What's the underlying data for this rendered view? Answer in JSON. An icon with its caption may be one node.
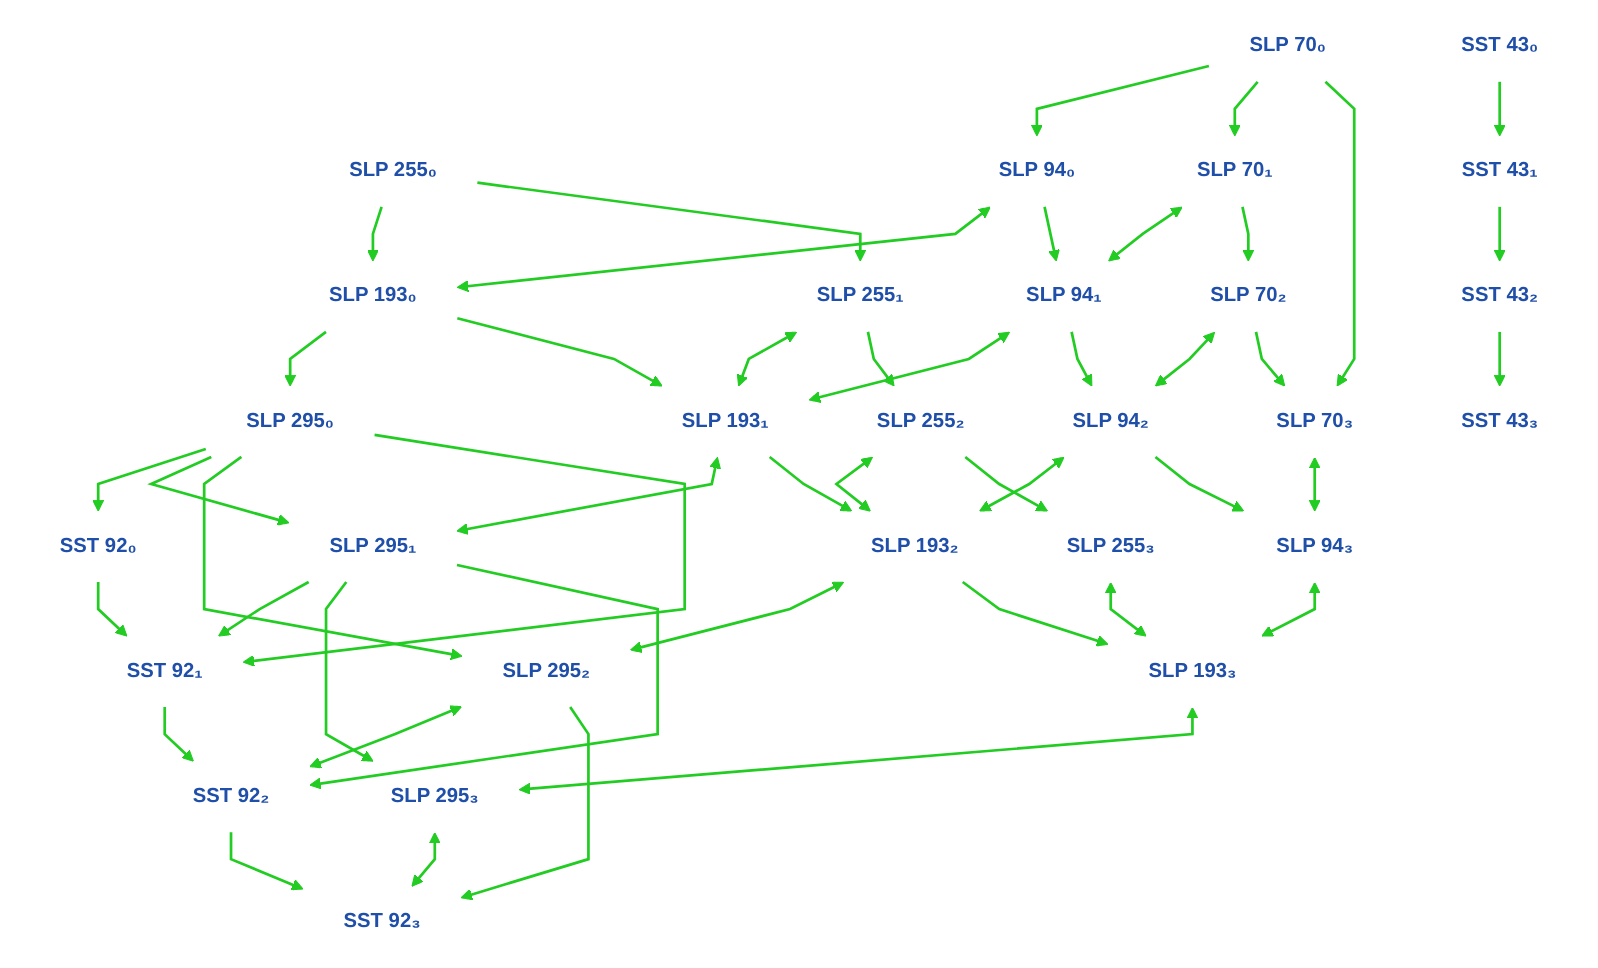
{
  "diagram": {
    "nodes": [
      {
        "text": [
          "SLP 255₀"
        ]
      },
      {
        "text": [
          "SST 43₀"
        ]
      },
      {
        "text": [
          "SLP 70₀"
        ]
      },
      {
        "text": [
          "SLP 94₀"
        ]
      },
      {
        "text": [
          "SLP 193₀"
        ]
      },
      {
        "text": [
          "SLP 295₀"
        ]
      },
      {
        "text": [
          "SST 92₀"
        ]
      },
      {
        "text": [
          "SLP 255₁"
        ]
      },
      {
        "text": [
          "SST 43₁"
        ]
      },
      {
        "text": [
          "SLP 70₁"
        ]
      },
      {
        "text": [
          "SLP 94₁"
        ]
      },
      {
        "text": [
          "SLP 193₁"
        ]
      },
      {
        "text": [
          "SLP 295₁"
        ]
      },
      {
        "text": [
          "SST 92₁"
        ]
      },
      {
        "text": [
          "SLP 255₂"
        ]
      },
      {
        "text": [
          "SST 43₂"
        ]
      },
      {
        "text": [
          "SLP 70₂"
        ]
      },
      {
        "text": [
          "SLP 94₂"
        ]
      },
      {
        "text": [
          "SLP 193₂"
        ]
      },
      {
        "text": [
          "SLP 295₂"
        ]
      },
      {
        "text": [
          "SST 92₂"
        ]
      },
      {
        "text": [
          "SLP 255₃"
        ]
      },
      {
        "text": [
          "SST 43₃"
        ]
      },
      {
        "text": [
          "SLP 70₃"
        ]
      },
      {
        "text": [
          "SLP 94₃"
        ]
      },
      {
        "text": [
          "SLP 193₃"
        ]
      },
      {
        "text": [
          "SLP 295₃"
        ]
      },
      {
        "text": [
          "SST 92₃"
        ]
      }
    ],
    "edges": [
      {
        "from": 1,
        "to": 8,
        "arrow": "to"
      },
      {
        "from": 8,
        "to": 15,
        "arrow": "to"
      },
      {
        "from": 15,
        "to": 22,
        "arrow": "to"
      },
      {
        "from": 2,
        "to": 3,
        "arrow": "to"
      },
      {
        "from": 3,
        "to": 4,
        "arrow": "both"
      },
      {
        "from": 0,
        "to": 4,
        "arrow": "to"
      },
      {
        "from": 4,
        "to": 5,
        "arrow": "to"
      },
      {
        "from": 0,
        "to": 7,
        "arrow": "to"
      },
      {
        "from": 5,
        "to": 6,
        "arrow": "to"
      },
      {
        "from": 2,
        "to": 9,
        "arrow": "to"
      },
      {
        "from": 2,
        "to": 23,
        "arrow": "to"
      },
      {
        "from": 3,
        "to": 10,
        "arrow": "to"
      },
      {
        "from": 4,
        "to": 11,
        "arrow": "to"
      },
      {
        "from": 5,
        "to": 12,
        "arrow": "to"
      },
      {
        "from": 5,
        "to": 19,
        "arrow": "to"
      },
      {
        "from": 5,
        "to": 13,
        "arrow": "to"
      },
      {
        "from": 6,
        "to": 13,
        "arrow": "to"
      },
      {
        "from": 9,
        "to": 10,
        "arrow": "both"
      },
      {
        "from": 10,
        "to": 11,
        "arrow": "both"
      },
      {
        "from": 7,
        "to": 11,
        "arrow": "both"
      },
      {
        "from": 11,
        "to": 12,
        "arrow": "both"
      },
      {
        "from": 12,
        "to": 13,
        "arrow": "to"
      },
      {
        "from": 7,
        "to": 14,
        "arrow": "to"
      },
      {
        "from": 9,
        "to": 16,
        "arrow": "to"
      },
      {
        "from": 10,
        "to": 17,
        "arrow": "to"
      },
      {
        "from": 11,
        "to": 18,
        "arrow": "to"
      },
      {
        "from": 12,
        "to": 26,
        "arrow": "to"
      },
      {
        "from": 12,
        "to": 20,
        "arrow": "to"
      },
      {
        "from": 13,
        "to": 20,
        "arrow": "to"
      },
      {
        "from": 16,
        "to": 17,
        "arrow": "both"
      },
      {
        "from": 17,
        "to": 18,
        "arrow": "both"
      },
      {
        "from": 14,
        "to": 18,
        "arrow": "both"
      },
      {
        "from": 18,
        "to": 19,
        "arrow": "both"
      },
      {
        "from": 19,
        "to": 20,
        "arrow": "both"
      },
      {
        "from": 14,
        "to": 21,
        "arrow": "to"
      },
      {
        "from": 16,
        "to": 23,
        "arrow": "to"
      },
      {
        "from": 17,
        "to": 24,
        "arrow": "to"
      },
      {
        "from": 18,
        "to": 25,
        "arrow": "to"
      },
      {
        "from": 19,
        "to": 27,
        "arrow": "to"
      },
      {
        "from": 20,
        "to": 27,
        "arrow": "to"
      },
      {
        "from": 23,
        "to": 24,
        "arrow": "both"
      },
      {
        "from": 24,
        "to": 25,
        "arrow": "both"
      },
      {
        "from": 21,
        "to": 25,
        "arrow": "both"
      },
      {
        "from": 25,
        "to": 26,
        "arrow": "both"
      },
      {
        "from": 26,
        "to": 27,
        "arrow": "both"
      }
    ]
  }
}
